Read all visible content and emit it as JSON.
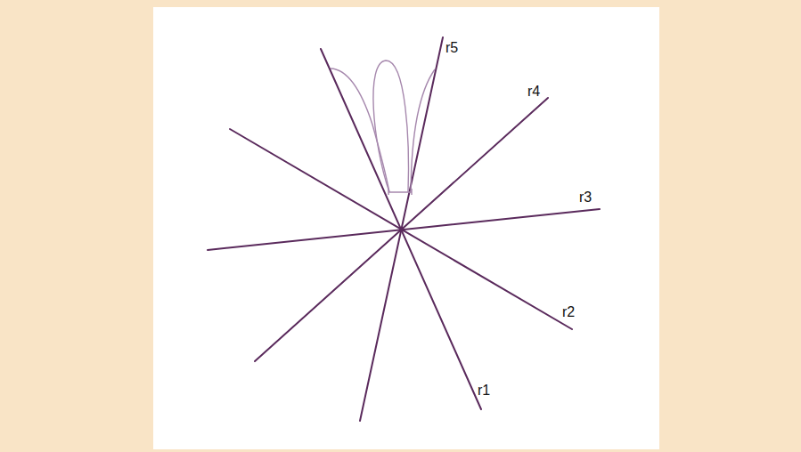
{
  "diagram": {
    "labels": [
      "r5",
      "r4",
      "r3",
      "r2",
      "r1"
    ]
  }
}
